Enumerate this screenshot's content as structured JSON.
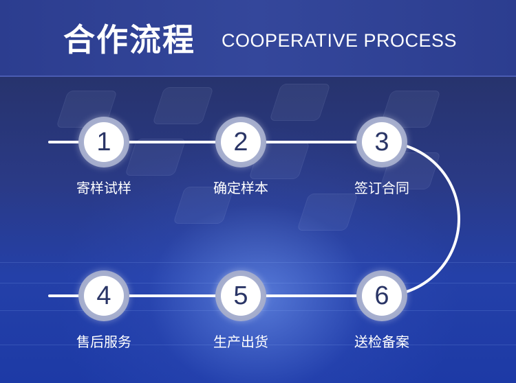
{
  "header": {
    "title_cn": "合作流程",
    "title_en": "COOPERATIVE PROCESS"
  },
  "steps": [
    {
      "number": "1",
      "label": "寄样试样"
    },
    {
      "number": "2",
      "label": "确定样本"
    },
    {
      "number": "3",
      "label": "签订合同"
    },
    {
      "number": "4",
      "label": "售后服务"
    },
    {
      "number": "5",
      "label": "生产出货"
    },
    {
      "number": "6",
      "label": "送检备案"
    }
  ],
  "colors": {
    "header_bg": "#34479b",
    "body_bg": "#2440a8",
    "circle_ring": "#9aa3c6",
    "circle_text": "#2a3566",
    "line": "#ffffff"
  }
}
